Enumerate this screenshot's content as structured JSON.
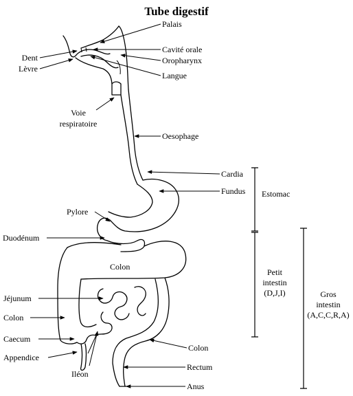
{
  "title": "Tube digestif",
  "colors": {
    "stroke": "#000000",
    "background": "#ffffff"
  },
  "labels": {
    "palais": "Palais",
    "cavite_orale": "Cavité orale",
    "oropharynx": "Oropharynx",
    "langue": "Langue",
    "dent": "Dent",
    "levre": "Lèvre",
    "voie_resp_1": "Voie",
    "voie_resp_2": "respiratoire",
    "oesophage": "Oesophage",
    "cardia": "Cardia",
    "fundus": "Fundus",
    "estomac": "Estomac",
    "pylore": "Pylore",
    "duodenum": "Duodénum",
    "colon_transverse": "Colon",
    "jejunum": "Jéjunum",
    "colon_left": "Colon",
    "caecum": "Caecum",
    "appendice": "Appendice",
    "ileon": "Iléon",
    "colon_right": "Colon",
    "rectum": "Rectum",
    "anus": "Anus",
    "petit_intestin_1": "Petit",
    "petit_intestin_2": "intestin",
    "petit_intestin_3": "(D,J,I)",
    "gros_intestin_1": "Gros",
    "gros_intestin_2": "intestin",
    "gros_intestin_3": "(A,C,C,R,A)"
  }
}
